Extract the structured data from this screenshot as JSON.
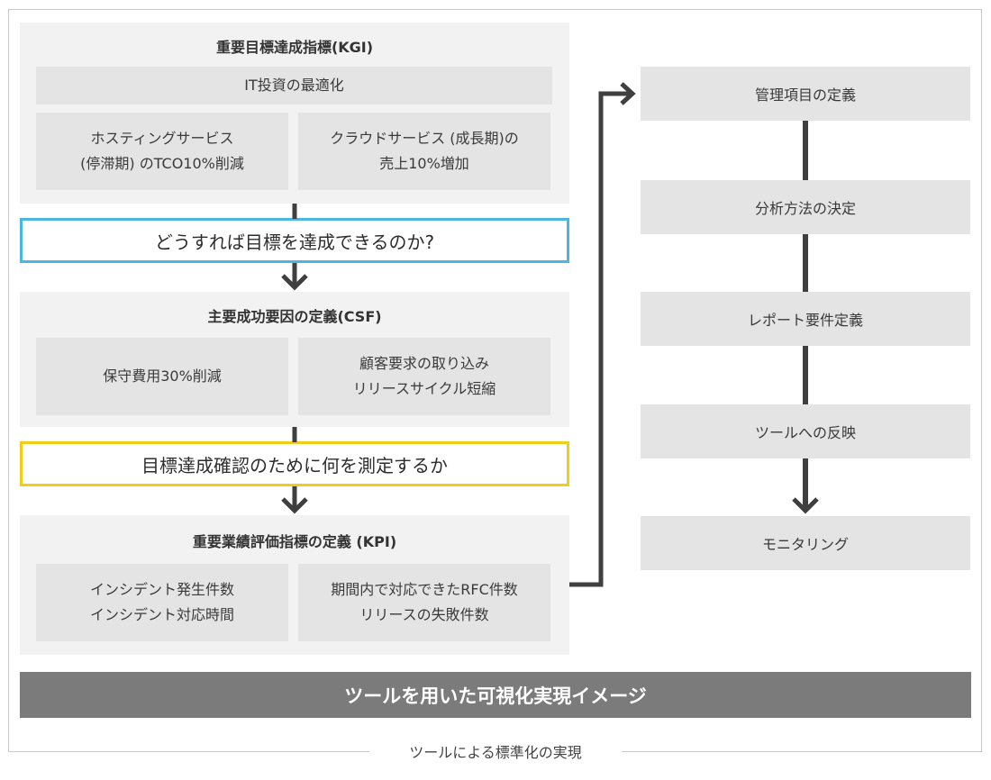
{
  "kgi": {
    "title": "重要目標達成指標(KGI)",
    "top": "IT投資の最適化",
    "left": "ホスティングサービス\n(停滞期) のTCO10%削減",
    "right": "クラウドサービス (成長期)の\n売上10%増加"
  },
  "question1": "どうすれば目標を達成できるのか?",
  "csf": {
    "title": "主要成功要因の定義(CSF)",
    "left": "保守費用30%削減",
    "right": "顧客要求の取り込み\nリリースサイクル短縮"
  },
  "question2": "目標達成確認のために何を測定するか",
  "kpi": {
    "title": "重要業績評価指標の定義 (KPI)",
    "left": "インシデント発生件数\nインシデント対応時間",
    "right": "期間内で対応できたRFC件数\nリリースの失敗件数"
  },
  "steps": [
    "管理項目の定義",
    "分析方法の決定",
    "レポート要件定義",
    "ツールへの反映",
    "モニタリング"
  ],
  "banner": "ツールを用いた可視化実現イメージ",
  "caption": "ツールによる標準化の実現",
  "colors": {
    "question1_border": "#4ab7e0",
    "question2_border": "#f2cc1a",
    "banner_bg": "#7b7b7b",
    "connector": "#3f3f3f"
  }
}
